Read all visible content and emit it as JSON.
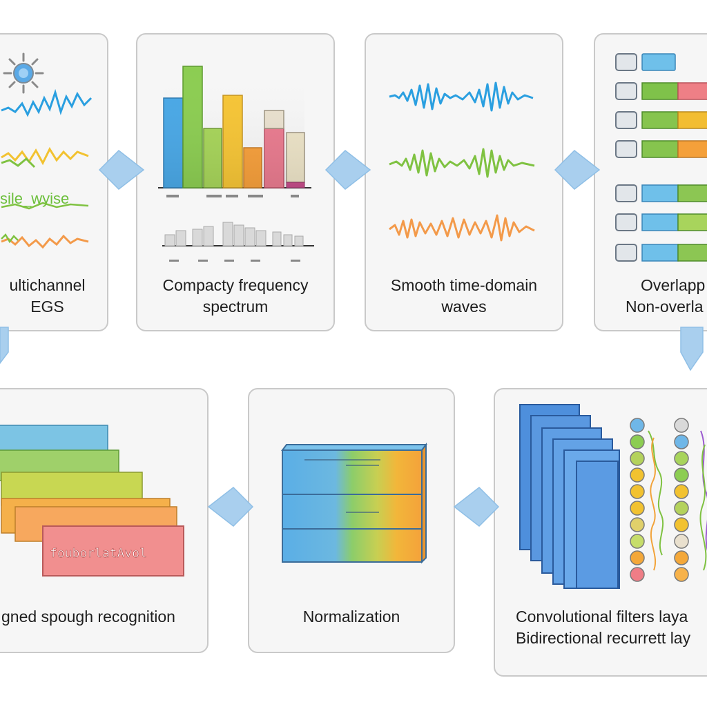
{
  "steps": [
    {
      "id": "eeg",
      "lines": [
        "ultichannel",
        "EGS"
      ]
    },
    {
      "id": "spectrum",
      "lines": [
        "Compacty frequency",
        "spectrum"
      ]
    },
    {
      "id": "waves",
      "lines": [
        "Smooth time-domain",
        "waves"
      ]
    },
    {
      "id": "segments",
      "lines": [
        "Overlapp",
        "Non-overla"
      ]
    },
    {
      "id": "layers",
      "lines": [
        "Convolutional filters laya",
        "Bidirectional recurrett lay"
      ]
    },
    {
      "id": "normalization",
      "lines": [
        "Normalization"
      ]
    },
    {
      "id": "recognition",
      "lines": [
        "gned spough recognition"
      ]
    }
  ],
  "artwork_text": {
    "eeg_wave_label": "sile_wyise",
    "recognition_code": "fouborlatAvol"
  },
  "colors": {
    "card_bg": "#f6f6f6",
    "card_border": "#c9c9c9",
    "arrow": "#a9cfee",
    "blue": "#3b9fe0",
    "green": "#7fc241",
    "yellow": "#f2c230",
    "orange": "#f39a4a",
    "pink": "#e97b8f",
    "red": "#f08a8a"
  }
}
